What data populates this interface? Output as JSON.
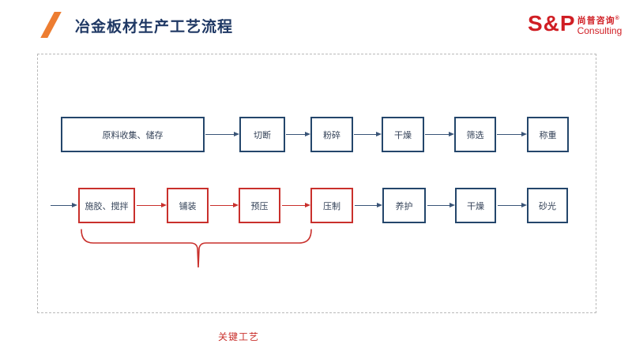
{
  "header": {
    "title": "冶金板材生产工艺流程",
    "logo": {
      "sp": "S&P",
      "cn": "尚普咨询",
      "reg": "®",
      "en": "Consulting"
    }
  },
  "diagram": {
    "flow1": [
      "原料收集、储存",
      "切断",
      "粉碎",
      "干燥",
      "筛选",
      "称重"
    ],
    "flow2": [
      "施胶、搅拌",
      "铺装",
      "预压",
      "压制",
      "养护",
      "干燥",
      "砂光"
    ],
    "key_process_label": "关键工艺"
  },
  "colors": {
    "title_navy": "#1f3864",
    "node_border_navy": "#24466b",
    "node_text": "#344258",
    "key_red": "#c9302c",
    "arrow_navy": "#3a5578",
    "accent_orange": "#ed7d31",
    "logo_red": "#d01e24",
    "canvas_border": "#b9b9b9"
  }
}
